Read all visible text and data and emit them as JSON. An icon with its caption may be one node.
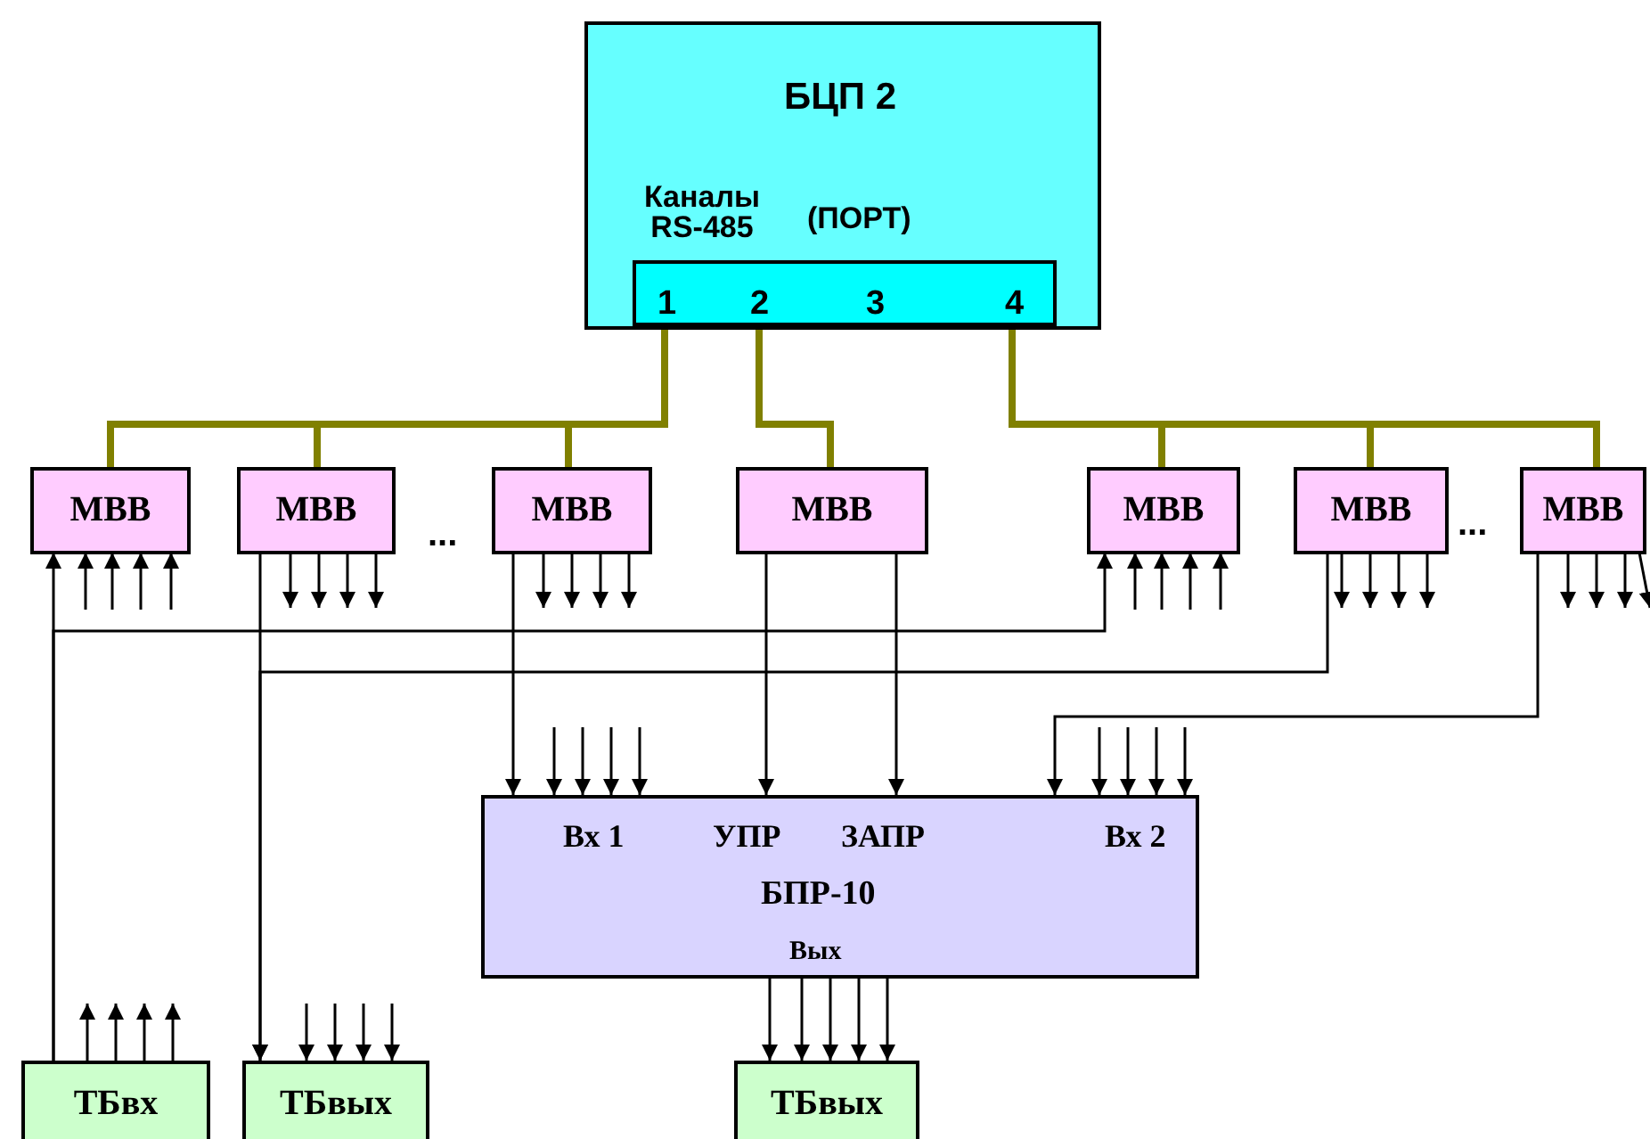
{
  "diagram": {
    "nodes": [
      {
        "text": [
          "БЦП 2",
          "Каналы RS-485",
          "(ПОРТ)"
        ]
      },
      {
        "text": [
          "1",
          "2",
          "3",
          "4"
        ],
        "in": 0
      },
      {
        "text": [
          "МВВ"
        ]
      },
      {
        "text": [
          "МВВ"
        ]
      },
      {
        "text": [
          "МВВ"
        ]
      },
      {
        "text": [
          "МВВ"
        ]
      },
      {
        "text": [
          "МВВ"
        ]
      },
      {
        "text": [
          "МВВ"
        ]
      },
      {
        "text": [
          "МВВ"
        ]
      },
      {
        "text": [
          "Вх 1",
          "УПР",
          "ЗАПР",
          "Вх 2",
          "БПР-10",
          "Вых"
        ]
      },
      {
        "text": [
          "ТБвх"
        ]
      },
      {
        "text": [
          "ТБвых"
        ]
      },
      {
        "text": [
          "ТБвых"
        ]
      }
    ],
    "edges": [
      {
        "from": 1,
        "to": 2,
        "arrow": "none",
        "style": "thick",
        "color": "#808000"
      },
      {
        "from": 1,
        "to": 3,
        "arrow": "none",
        "style": "thick",
        "color": "#808000"
      },
      {
        "from": 1,
        "to": 4,
        "arrow": "none",
        "style": "thick",
        "color": "#808000"
      },
      {
        "from": 1,
        "to": 5,
        "arrow": "none",
        "style": "thick",
        "color": "#808000"
      },
      {
        "from": 1,
        "to": 6,
        "arrow": "none",
        "style": "thick",
        "color": "#808000"
      },
      {
        "from": 1,
        "to": 7,
        "arrow": "none",
        "style": "thick",
        "color": "#808000"
      },
      {
        "from": 1,
        "to": 8,
        "arrow": "none",
        "style": "thick",
        "color": "#808000"
      },
      {
        "from": 10,
        "to": 2,
        "arrow": "to"
      },
      {
        "from": 10,
        "to": 6,
        "arrow": "to"
      },
      {
        "from": 3,
        "to": 11,
        "arrow": "to"
      },
      {
        "from": 7,
        "to": 11,
        "arrow": "to"
      },
      {
        "from": 4,
        "to": 9,
        "arrow": "to"
      },
      {
        "from": 5,
        "to": 9,
        "arrow": "to"
      },
      {
        "from": 5,
        "to": 9,
        "arrow": "to"
      },
      {
        "from": 8,
        "to": 9,
        "arrow": "to"
      },
      {
        "from": null,
        "to": 2,
        "arrow": "to"
      },
      {
        "from": null,
        "to": 2,
        "arrow": "to"
      },
      {
        "from": null,
        "to": 2,
        "arrow": "to"
      },
      {
        "from": null,
        "to": 2,
        "arrow": "to"
      },
      {
        "from": 3,
        "to": null,
        "arrow": "to"
      },
      {
        "from": 3,
        "to": null,
        "arrow": "to"
      },
      {
        "from": 3,
        "to": null,
        "arrow": "to"
      },
      {
        "from": 3,
        "to": null,
        "arrow": "to"
      },
      {
        "from": 4,
        "to": null,
        "arrow": "to"
      },
      {
        "from": 4,
        "to": null,
        "arrow": "to"
      },
      {
        "from": 4,
        "to": null,
        "arrow": "to"
      },
      {
        "from": 4,
        "to": null,
        "arrow": "to"
      },
      {
        "from": null,
        "to": 6,
        "arrow": "to"
      },
      {
        "from": null,
        "to": 6,
        "arrow": "to"
      },
      {
        "from": null,
        "to": 6,
        "arrow": "to"
      },
      {
        "from": null,
        "to": 6,
        "arrow": "to"
      },
      {
        "from": 7,
        "to": null,
        "arrow": "to"
      },
      {
        "from": 7,
        "to": null,
        "arrow": "to"
      },
      {
        "from": 7,
        "to": null,
        "arrow": "to"
      },
      {
        "from": 7,
        "to": null,
        "arrow": "to"
      },
      {
        "from": 8,
        "to": null,
        "arrow": "to"
      },
      {
        "from": 8,
        "to": null,
        "arrow": "to"
      },
      {
        "from": 8,
        "to": null,
        "arrow": "to"
      },
      {
        "from": 8,
        "to": null,
        "arrow": "to"
      },
      {
        "from": null,
        "to": 9,
        "arrow": "to"
      },
      {
        "from": null,
        "to": 9,
        "arrow": "to"
      },
      {
        "from": null,
        "to": 9,
        "arrow": "to"
      },
      {
        "from": null,
        "to": 9,
        "arrow": "to"
      },
      {
        "from": null,
        "to": 9,
        "arrow": "to"
      },
      {
        "from": null,
        "to": 9,
        "arrow": "to"
      },
      {
        "from": null,
        "to": 9,
        "arrow": "to"
      },
      {
        "from": null,
        "to": 9,
        "arrow": "to"
      },
      {
        "from": 9,
        "to": 12,
        "arrow": "to"
      },
      {
        "from": 9,
        "to": 12,
        "arrow": "to"
      },
      {
        "from": 9,
        "to": 12,
        "arrow": "to"
      },
      {
        "from": 9,
        "to": 12,
        "arrow": "to"
      },
      {
        "from": 9,
        "to": 12,
        "arrow": "to"
      },
      {
        "from": 10,
        "to": null,
        "arrow": "to"
      },
      {
        "from": 10,
        "to": null,
        "arrow": "to"
      },
      {
        "from": 10,
        "to": null,
        "arrow": "to"
      },
      {
        "from": 10,
        "to": null,
        "arrow": "to"
      },
      {
        "from": null,
        "to": 11,
        "arrow": "to"
      },
      {
        "from": null,
        "to": 11,
        "arrow": "to"
      },
      {
        "from": null,
        "to": 11,
        "arrow": "to"
      },
      {
        "from": null,
        "to": 11,
        "arrow": "to"
      }
    ],
    "labels": [
      "...",
      "..."
    ]
  }
}
